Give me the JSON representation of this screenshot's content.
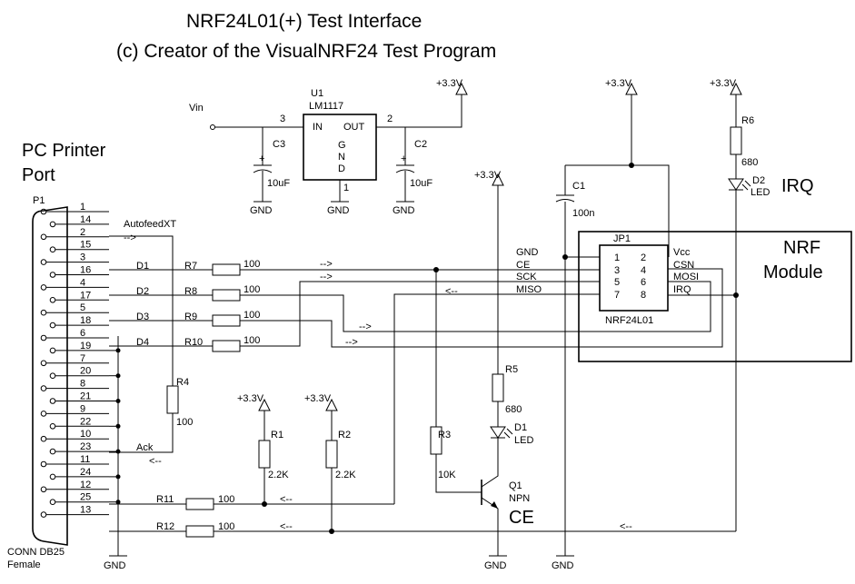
{
  "title": {
    "line1": "NRF24L01(+) Test Interface",
    "line2": "(c) Creator of the VisualNRF24 Test Program"
  },
  "port": {
    "label_line1": "PC Printer",
    "label_line2": "Port",
    "ref": "P1",
    "conn_line1": "CONN DB25",
    "conn_line2": "Female",
    "pins": [
      "1",
      "14",
      "2",
      "15",
      "3",
      "16",
      "4",
      "17",
      "5",
      "18",
      "6",
      "19",
      "7",
      "20",
      "8",
      "21",
      "9",
      "22",
      "10",
      "23",
      "11",
      "24",
      "12",
      "25",
      "13"
    ],
    "signals": {
      "autofeed": "AutofeedXT",
      "d1": "D1",
      "d2": "D2",
      "d3": "D3",
      "d4": "D4",
      "ack": "Ack"
    }
  },
  "arrows": {
    "right": "-->",
    "left": "<--",
    "left2": "<--"
  },
  "regulator": {
    "ref": "U1",
    "part": "LM1117",
    "in": "IN",
    "out": "OUT",
    "gnd_g": "G",
    "gnd_n": "N",
    "gnd_d": "D",
    "pin1": "1",
    "pin2": "2",
    "pin3": "3",
    "vin": "Vin"
  },
  "caps": {
    "c3_ref": "C3",
    "c3_val": "10uF",
    "c2_ref": "C2",
    "c2_val": "10uF",
    "c1_ref": "C1",
    "c1_val": "100n",
    "plus": "+"
  },
  "supply": {
    "v33": "+3.3V",
    "gnd": "GND"
  },
  "resistors": {
    "r7": "R7",
    "r8": "R8",
    "r9": "R9",
    "r10": "R10",
    "r11": "R11",
    "r12": "R12",
    "r4": "R4",
    "r1": "R1",
    "r2": "R2",
    "r3": "R3",
    "r5": "R5",
    "r6": "R6",
    "v100": "100",
    "v22k": "2.2K",
    "v10k": "10K",
    "v680": "680"
  },
  "module": {
    "ref": "JP1",
    "part": "NRF24L01",
    "title_line1": "NRF",
    "title_line2": "Module",
    "pins": [
      "1",
      "2",
      "3",
      "4",
      "5",
      "6",
      "7",
      "8"
    ],
    "left_labels": [
      "GND",
      "CE",
      "SCK",
      "MISO"
    ],
    "right_labels": [
      "Vcc",
      "CSN",
      "MOSI",
      "IRQ"
    ]
  },
  "leds": {
    "d1_ref": "D1",
    "d1_val": "LED",
    "d2_ref": "D2",
    "d2_val": "LED",
    "irq": "IRQ"
  },
  "transistor": {
    "ref": "Q1",
    "type": "NPN",
    "label": "CE"
  }
}
